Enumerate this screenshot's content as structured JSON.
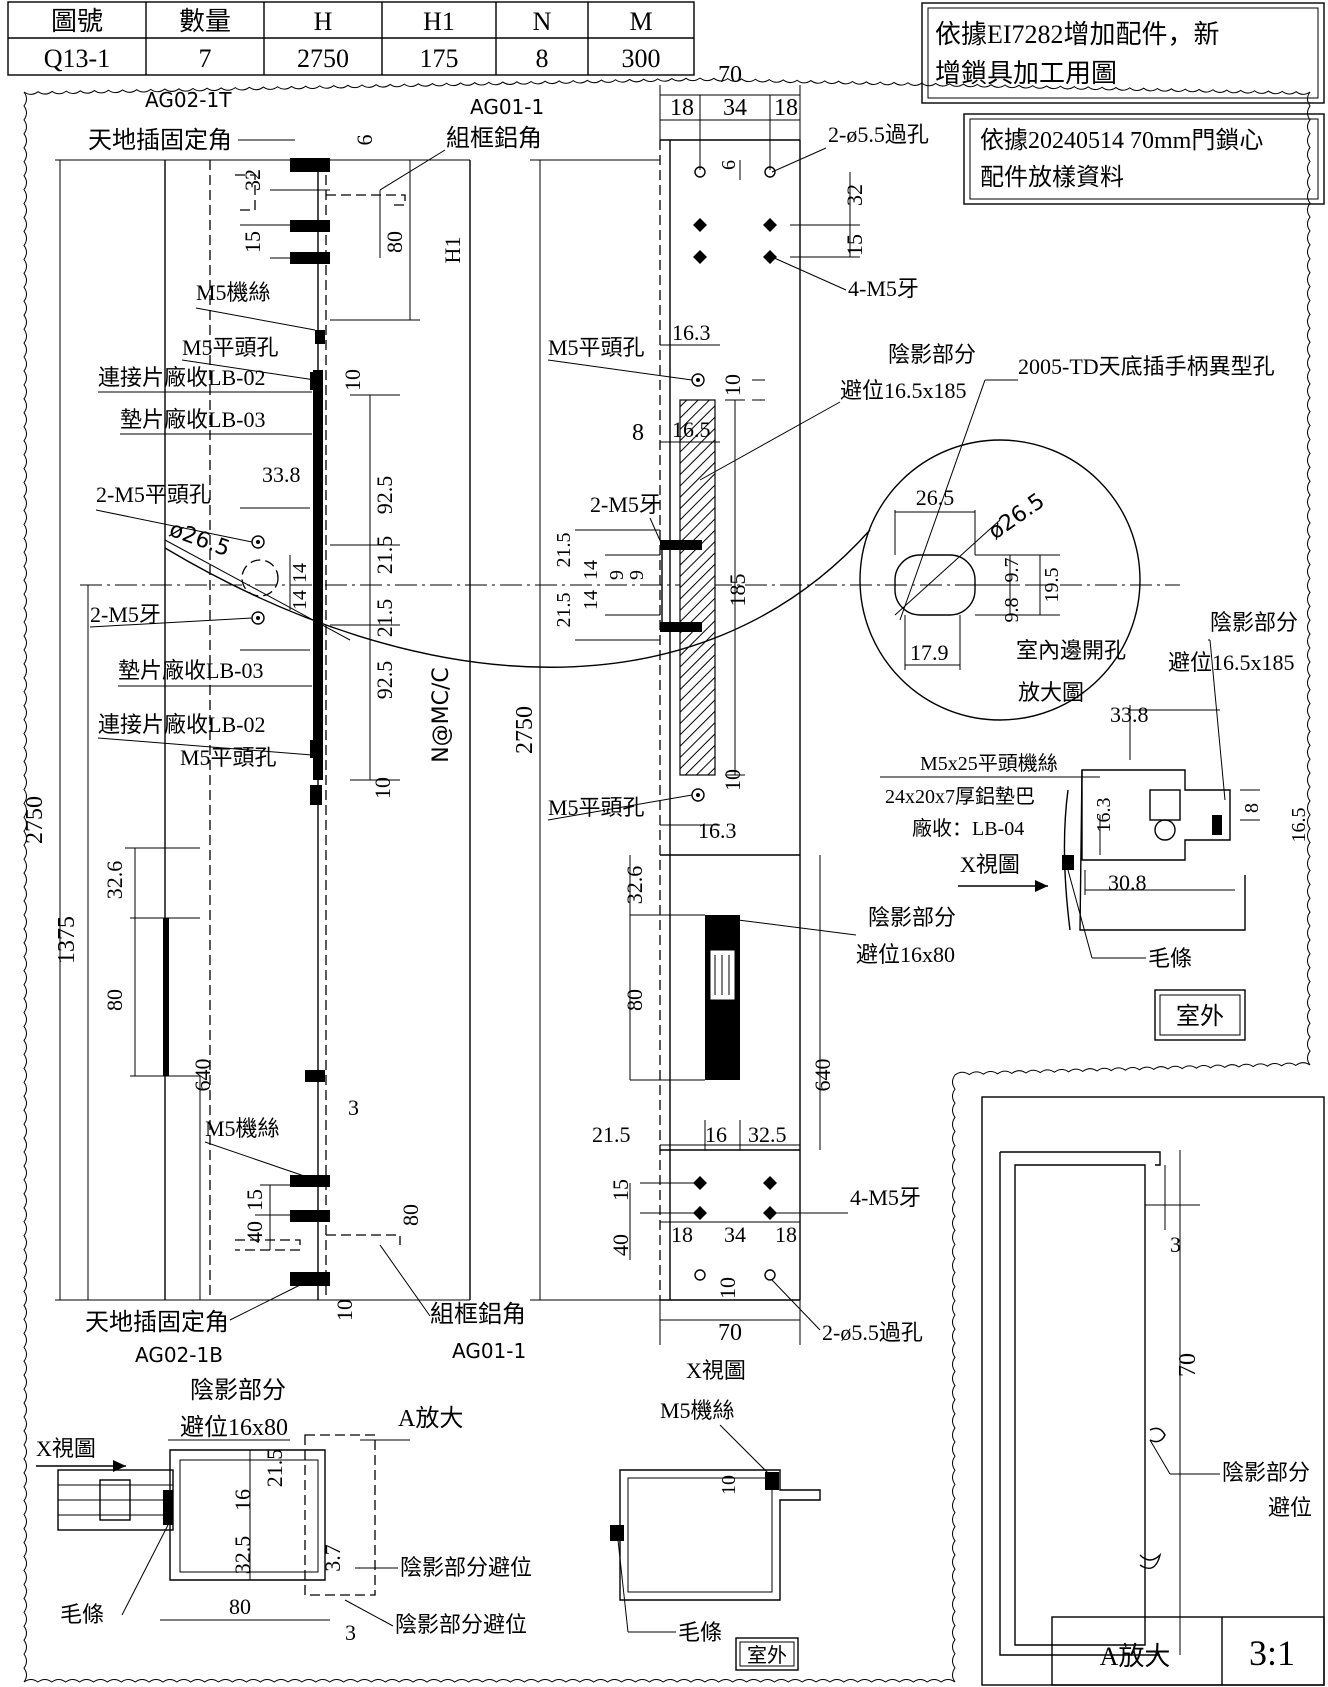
{
  "table": {
    "headers": [
      "圖號",
      "數量",
      "H",
      "H1",
      "N",
      "M"
    ],
    "row": [
      "Q13-1",
      "7",
      "2750",
      "175",
      "8",
      "300"
    ]
  },
  "notes": {
    "note1_line1": "依據EI7282增加配件，新",
    "note1_line2": "增鎖具加工用圖",
    "note2_line1": "依據20240514 70mm門鎖心",
    "note2_line2": "配件放樣資料"
  },
  "left_view": {
    "part_top": "AG02-1T",
    "part_top_right": "AG01-1",
    "fix_corner_top": "天地插固定角",
    "frame_corner_top": "組框鋁角",
    "m5_screw": "M5機絲",
    "m5_flat_hole": "M5平頭孔",
    "connector": "連接片廠收LB-02",
    "shim": "墊片廠收LB-03",
    "two_m5_flat": "2-M5平頭孔",
    "dia": "ø26.5",
    "two_m5_tooth": "2-M5牙",
    "shim2": "墊片廠收LB-03",
    "connector2": "連接片廠收LB-02",
    "m5_flat_hole2": "M5平頭孔",
    "m5_screw2": "M5機絲",
    "fix_corner_bottom": "天地插固定角",
    "frame_corner_bottom": "組框鋁角",
    "part_bottom": "AG02-1B",
    "part_bottom_right": "AG01-1",
    "center_label": "N@MC/C",
    "dims": {
      "d6": "6",
      "d32": "32",
      "d15": "15",
      "d80": "80",
      "H1": "H1",
      "d10a": "10",
      "d33_8": "33.8",
      "d92_5a": "92.5",
      "d21_5a": "21.5",
      "d14a": "14",
      "d14b": "14",
      "d21_5b": "21.5",
      "d92_5b": "92.5",
      "d10b": "10",
      "d2750": "2750",
      "d1375": "1375",
      "d32_6": "32.6",
      "d80b": "80",
      "d640": "640",
      "d3": "3",
      "d15b": "15",
      "d40": "40",
      "d80c": "80",
      "d10c": "10"
    }
  },
  "middle_view": {
    "top_dims": [
      "70",
      "18",
      "34",
      "18"
    ],
    "two_holes": "2-ø5.5過孔",
    "four_m5": "4-M5牙",
    "m5_flat": "M5平頭孔",
    "d16_3": "16.3",
    "d10": "10",
    "d8": "8",
    "d16_5": "16.5",
    "two_m5_tooth": "2-M5牙",
    "shade": "陰影部分",
    "clear1": "避位16.5x185",
    "special_hole": "2005-TD天底插手柄異型孔",
    "d185": "185",
    "d2750": "2750",
    "left_stack": [
      "21.5",
      "21.5",
      "14",
      "14",
      "9",
      "9"
    ],
    "m5_flat2": "M5平頭孔",
    "d10b": "10",
    "d16_3b": "16.3",
    "d32_6": "32.6",
    "shade2": "陰影部分",
    "clear2": "避位16x80",
    "d80": "80",
    "d640": "640",
    "d21_5": "21.5",
    "d16": "16",
    "d32_5": "32.5",
    "d15": "15",
    "d40": "40",
    "bottom_dims": [
      "18",
      "34",
      "18"
    ],
    "four_m5b": "4-M5牙",
    "d10c": "10",
    "d70": "70",
    "two_holes_b": "2-ø5.5過孔",
    "xview": "X視圖"
  },
  "detail_circle": {
    "d26_5": "26.5",
    "dia": "ø26.5",
    "d9_7": "9.7",
    "d9_8": "9.8",
    "d19_5": "19.5",
    "d17_9": "17.9",
    "label1": "室內邊開孔",
    "label2": "放大圖"
  },
  "right_section": {
    "shade": "陰影部分",
    "clear": "避位16.5x185",
    "d33_8": "33.8",
    "screw": "M5x25平頭機絲",
    "pad": "24x20x7厚鋁墊巴",
    "pad2": "廠收：LB-04",
    "d16_3": "16.3",
    "d8": "8",
    "d16_5": "16.5",
    "xview": "X視圖",
    "d30_8": "30.8",
    "strip": "毛條",
    "outside": "室外"
  },
  "bottom_left": {
    "shade": "陰影部分",
    "clear": "避位16x80",
    "xview": "X視圖",
    "a_zoom": "A放大",
    "d21_5": "21.5",
    "d16": "16",
    "d32_5": "32.5",
    "d3_7": "3.7",
    "shade_clear1": "陰影部分避位",
    "shade_clear2": "陰影部分避位",
    "d80": "80",
    "d3": "3",
    "strip": "毛條"
  },
  "bottom_mid": {
    "xview": "X視圖",
    "screw": "M5機絲",
    "d10": "10",
    "strip": "毛條",
    "outside": "室外"
  },
  "zoom_panel": {
    "d3": "3",
    "d70": "70",
    "shade": "陰影部分",
    "clear": "避位",
    "title": "A放大",
    "scale": "3:1"
  }
}
